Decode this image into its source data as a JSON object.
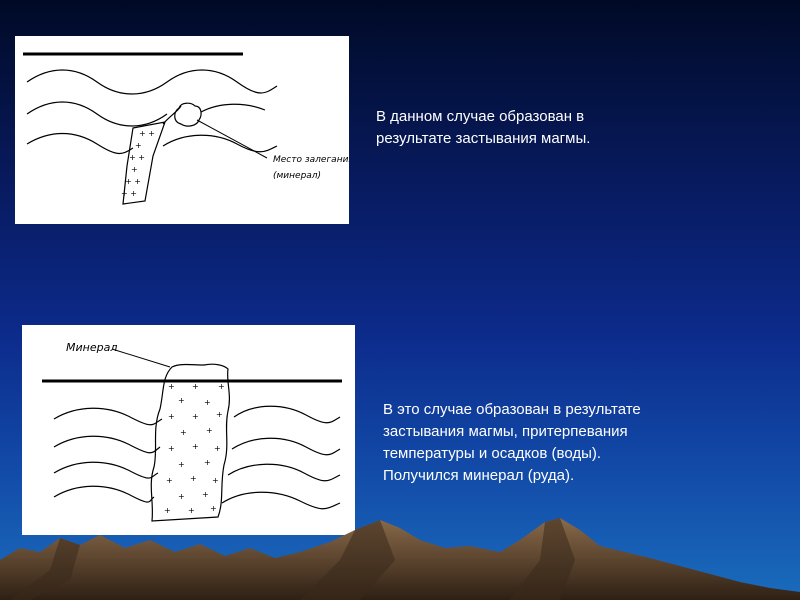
{
  "slide": {
    "background_top": "#000a26",
    "background_bottom": "#1a6cbc",
    "text_color": "#ffffff"
  },
  "diagram_top": {
    "label_line1": "Место залегания",
    "label_line2": "(минерал)"
  },
  "caption_top": {
    "lines": [
      "В данном случае образован в",
      "результате застывания магмы."
    ]
  },
  "diagram_bottom": {
    "label": "Минерал"
  },
  "caption_bottom": {
    "lines": [
      "В это случае образован в результате",
      "застывания магмы, притерпевания",
      "температуры и осадков (воды).",
      "Получился минерал (руда)."
    ]
  },
  "mountains": {
    "color_light": "#8a6a4a",
    "color_dark": "#3a2a1c"
  }
}
